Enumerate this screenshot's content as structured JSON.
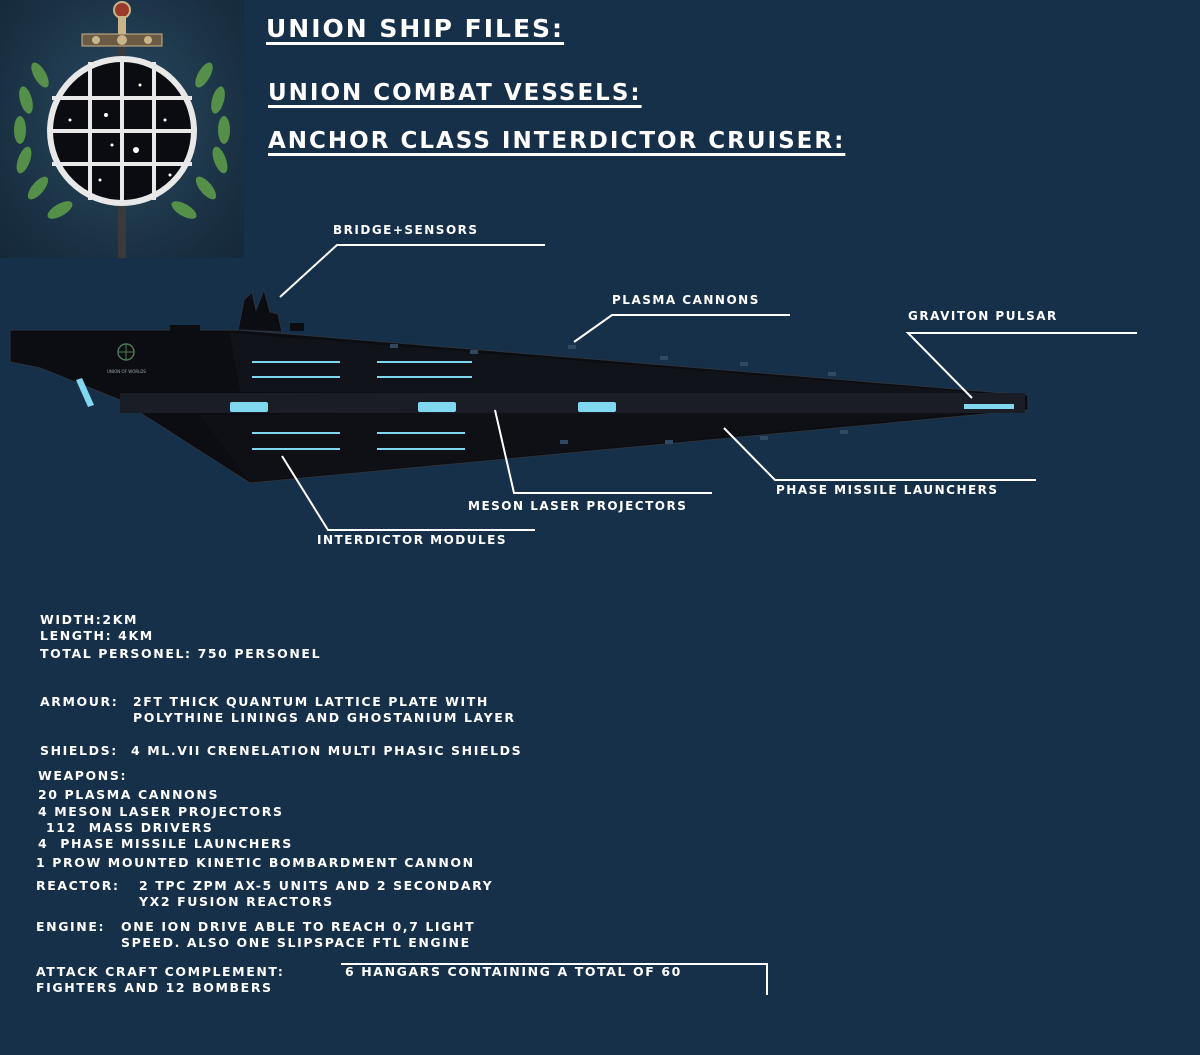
{
  "header": {
    "title": "Union Ship Files:",
    "subtitle": "Union Combat Vessels:",
    "ship_class": "Anchor Class Interdictor Cruiser:"
  },
  "emblem": {
    "icon": "union-emblem-icon",
    "hull_logo_text": "UNION OF WORLDS"
  },
  "callouts": {
    "bridge": "Bridge+Sensors",
    "plasma": "Plasma Cannons",
    "graviton": "Graviton Pulsar",
    "meson": "Meson Laser Projectors",
    "phase": "Phase Missile Launchers",
    "interdictor": "Interdictor Modules"
  },
  "specs": {
    "width": "Width:2km",
    "length": "Length: 4km",
    "personnel": "Total Personel: 750 Personel",
    "armour_label": "Armour:",
    "armour_line1": "2ft thick quantum lattice plate with",
    "armour_line2": "polythine linings and ghostanium layer",
    "shields_label": "Shields:",
    "shields_value": "4 ML.VII Crenelation Multi Phasic Shields",
    "weapons_label": "Weapons:",
    "weapons": [
      "20 Plasma Cannons",
      "4 Meson Laser Projectors",
      "112  Mass Drivers",
      "4  Phase Missile Launchers",
      "1 Prow mounted kinetic bombardment cannon"
    ],
    "reactor_label": "Reactor:",
    "reactor_line1": "2 TPC ZPM AX-5 units and 2 secondary",
    "reactor_line2": "YX2 fusion reactors",
    "engine_label": "Engine:",
    "engine_line1": "One ion drive able to reach 0,7 light",
    "engine_line2": "speed. Also one slipspace FTL engine",
    "attack_label": "Attack Craft Complement:",
    "attack_line1": "6 Hangars containing a total of 60",
    "attack_line2": "fighters and 12 bombers"
  },
  "colors": {
    "background": "#17304a",
    "hull": "#0c0d12",
    "glow": "#7fd8f0",
    "laurel": "#5c9a4a"
  }
}
